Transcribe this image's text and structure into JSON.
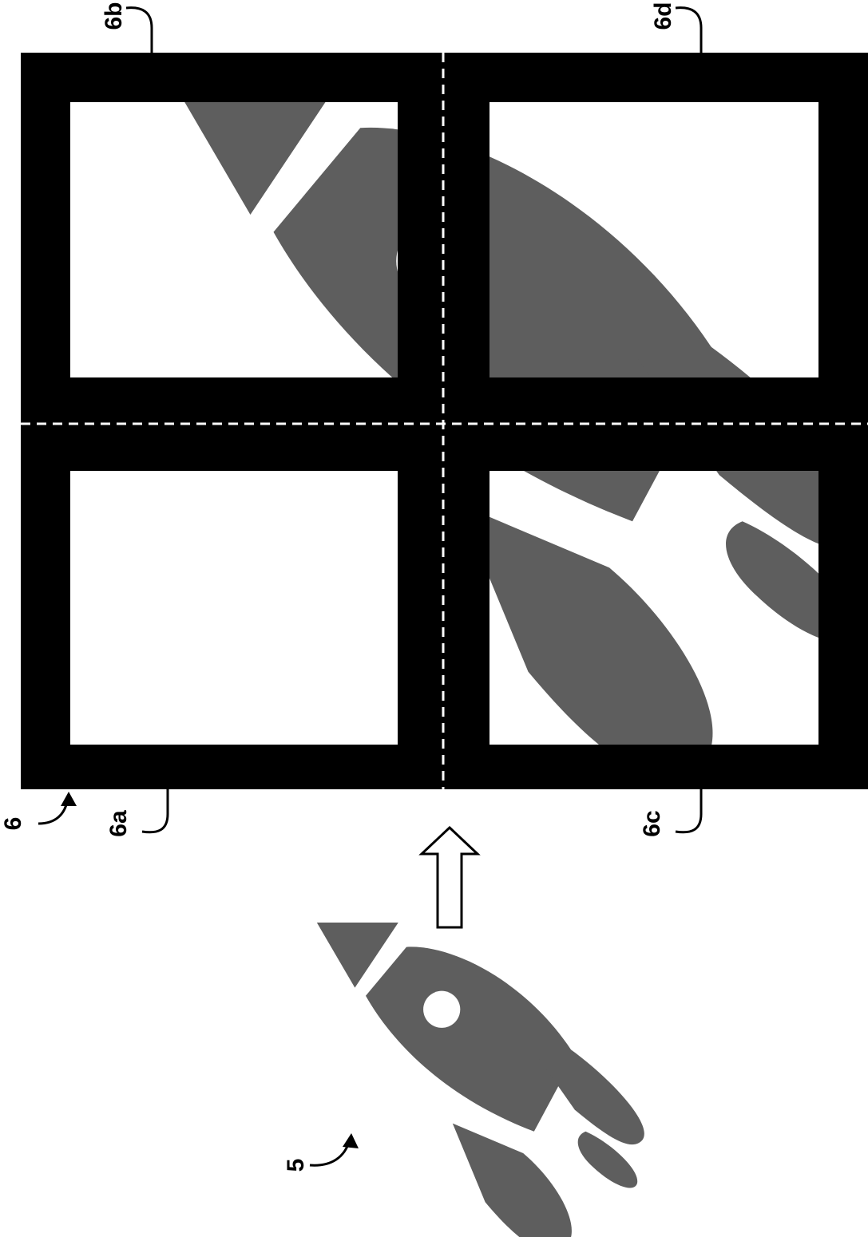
{
  "colors": {
    "frame": "#000000",
    "rocket": "#5e5e5e",
    "pane": "#ffffff",
    "divider": "#ffffff"
  },
  "labels": {
    "object": "5",
    "display": "6",
    "tile_a": "6a",
    "tile_b": "6b",
    "tile_c": "6c",
    "tile_d": "6d"
  },
  "icons": {
    "source": "rocket-icon",
    "transfer": "up-arrow-icon"
  }
}
